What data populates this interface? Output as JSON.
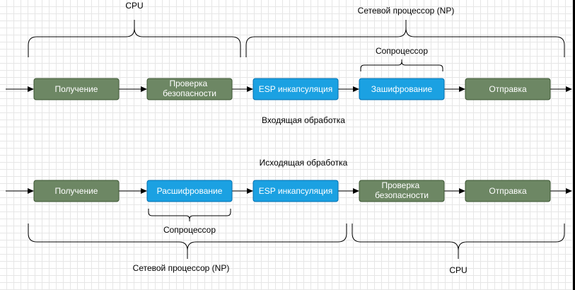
{
  "colors": {
    "green": "#6d8764",
    "green_border": "#3a5431",
    "blue": "#1ba1e2",
    "blue_border": "#006eaf",
    "text_on_box": "#ffffff",
    "line": "#000000"
  },
  "incoming": {
    "caption": "Входящая обработка",
    "cpu_label": "CPU",
    "np_label": "Сетевой процессор (NP)",
    "coprocessor_label": "Сопроцессор",
    "steps": [
      {
        "label": "Получение",
        "color": "green"
      },
      {
        "label": "Проверка безопасности",
        "color": "green"
      },
      {
        "label": "ESP инкапсуляция",
        "color": "blue"
      },
      {
        "label": "Зашифрование",
        "color": "blue"
      },
      {
        "label": "Отправка",
        "color": "green"
      }
    ]
  },
  "outgoing": {
    "caption": "Исходящая обработка",
    "cpu_label": "CPU",
    "np_label": "Сетевой процессор (NP)",
    "coprocessor_label": "Сопроцессор",
    "steps": [
      {
        "label": "Получение",
        "color": "green"
      },
      {
        "label": "Расшифрование",
        "color": "blue"
      },
      {
        "label": "ESP инкапсуляция",
        "color": "blue"
      },
      {
        "label": "Проверка безопасности",
        "color": "green"
      },
      {
        "label": "Отправка",
        "color": "green"
      }
    ]
  }
}
